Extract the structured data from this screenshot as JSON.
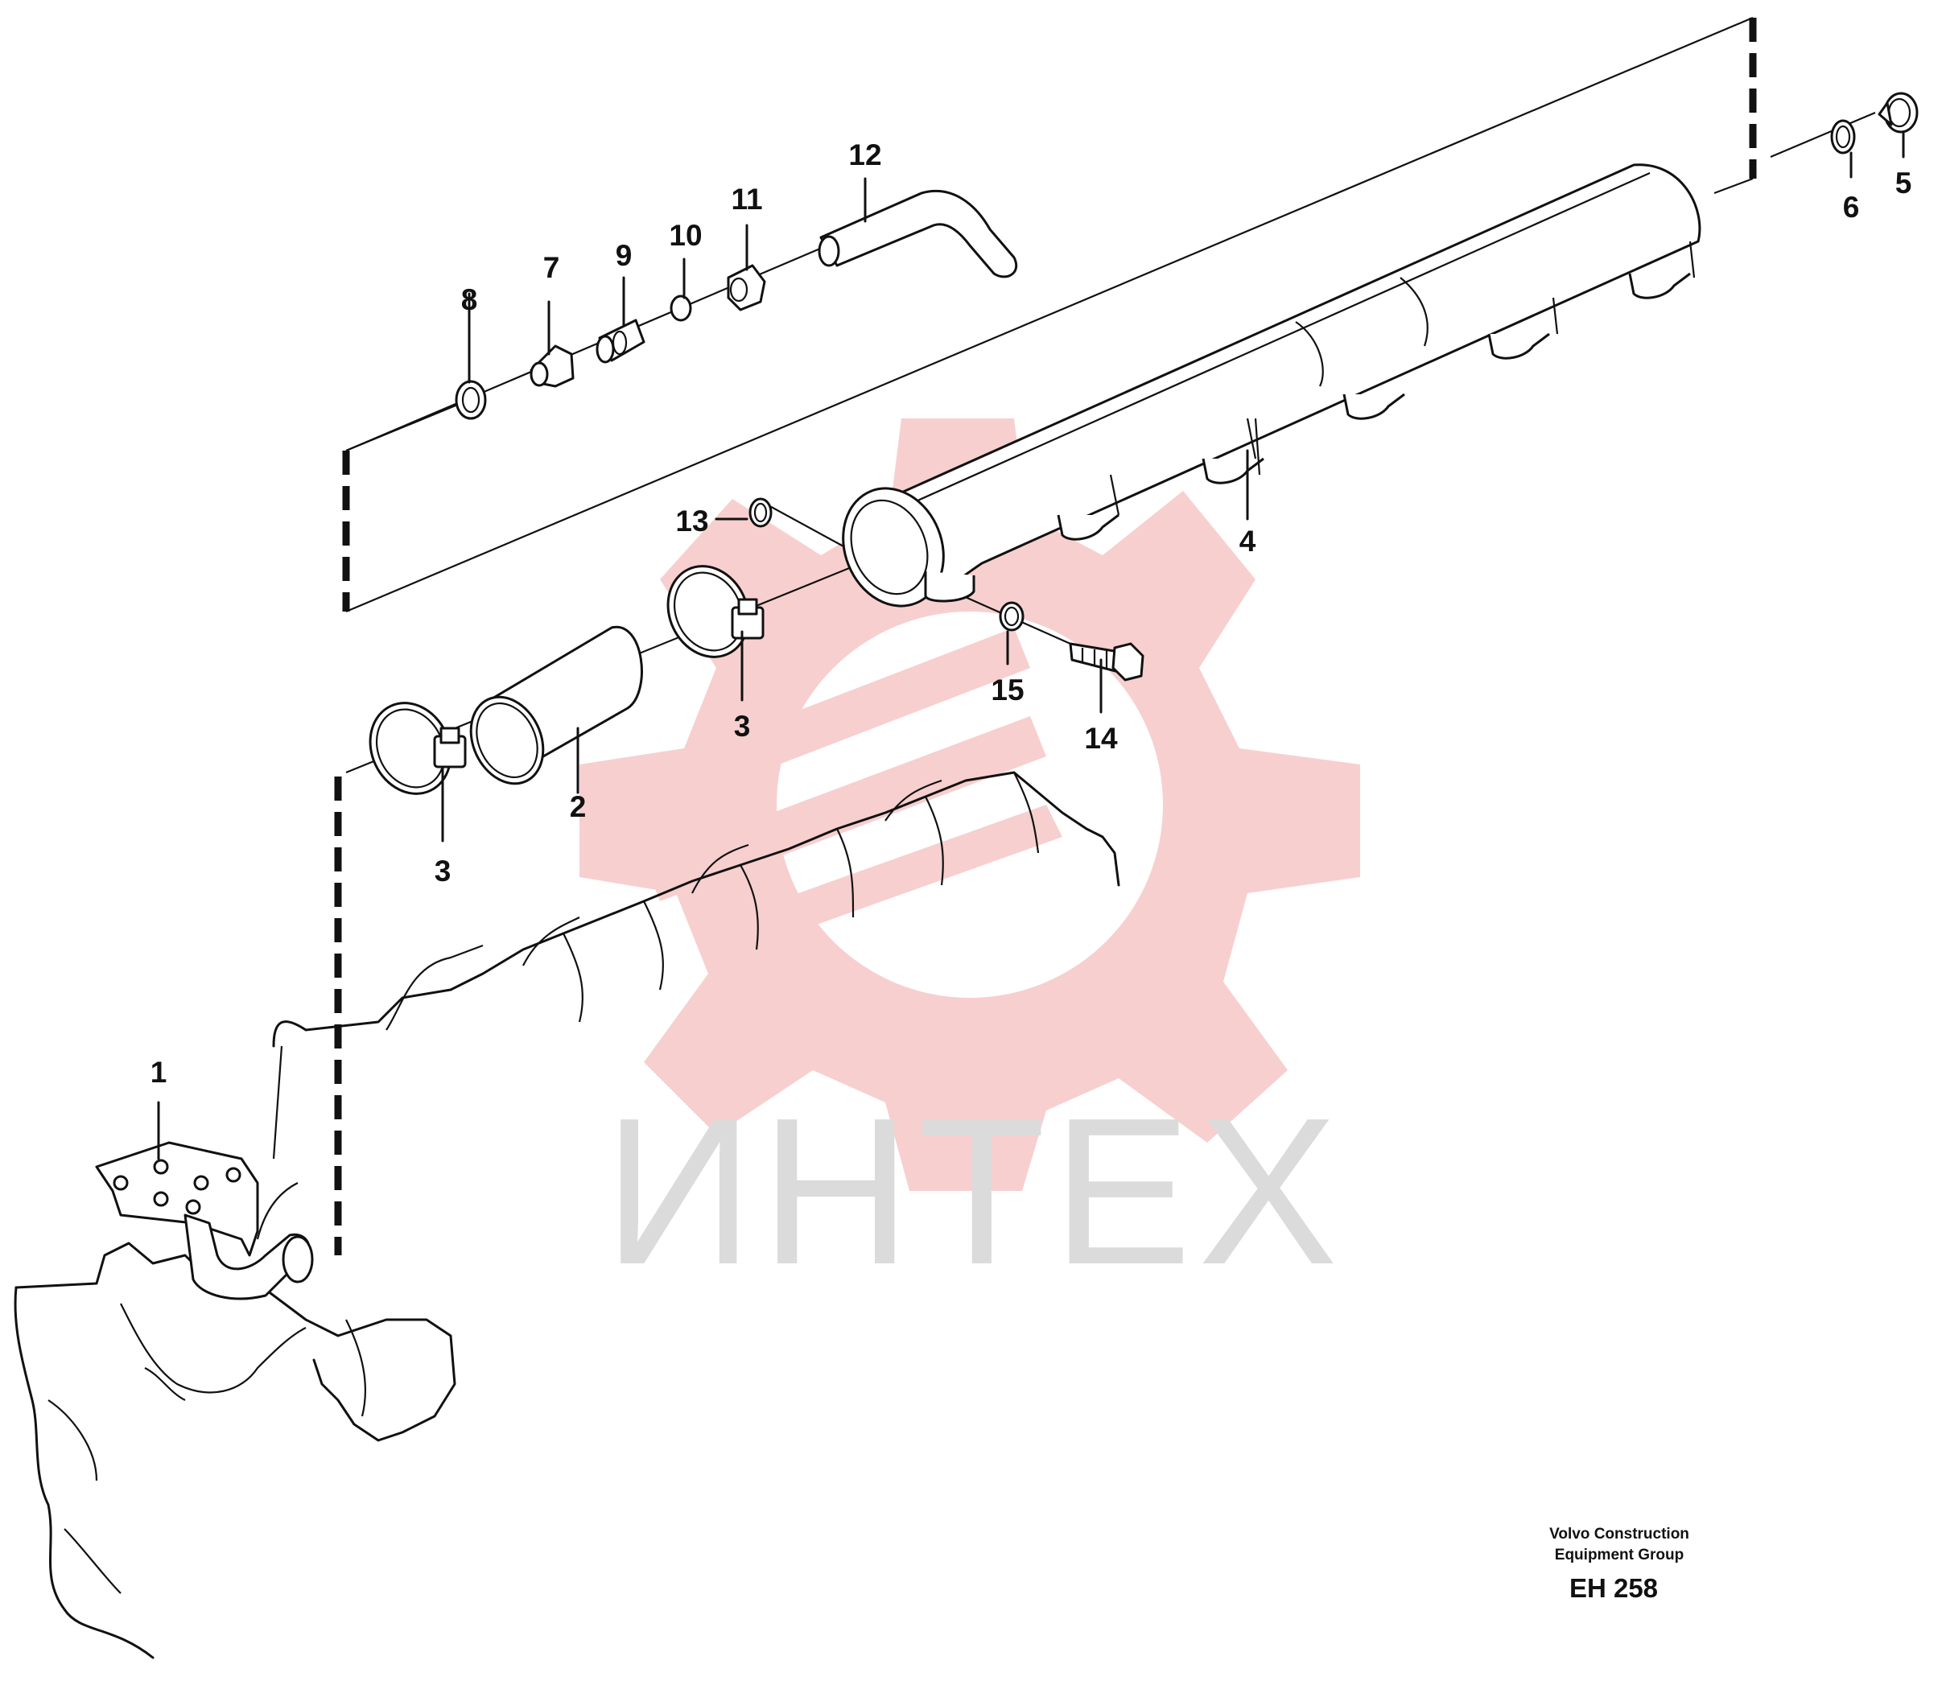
{
  "watermark": {
    "text": "ИНТЕХ",
    "gear_color": "#f7caca",
    "text_color": "#d8d8d8"
  },
  "callouts": [
    {
      "id": "1",
      "text": "1"
    },
    {
      "id": "2",
      "text": "2"
    },
    {
      "id": "3a",
      "text": "3"
    },
    {
      "id": "3b",
      "text": "3"
    },
    {
      "id": "4",
      "text": "4"
    },
    {
      "id": "5",
      "text": "5"
    },
    {
      "id": "6",
      "text": "6"
    },
    {
      "id": "7",
      "text": "7"
    },
    {
      "id": "8",
      "text": "8"
    },
    {
      "id": "9",
      "text": "9"
    },
    {
      "id": "10",
      "text": "10"
    },
    {
      "id": "11",
      "text": "11"
    },
    {
      "id": "12",
      "text": "12"
    },
    {
      "id": "13",
      "text": "13"
    },
    {
      "id": "14",
      "text": "14"
    },
    {
      "id": "15",
      "text": "15"
    }
  ],
  "credit": {
    "line1": "Volvo Construction",
    "line2": "Equipment Group",
    "code": "EH 258"
  }
}
